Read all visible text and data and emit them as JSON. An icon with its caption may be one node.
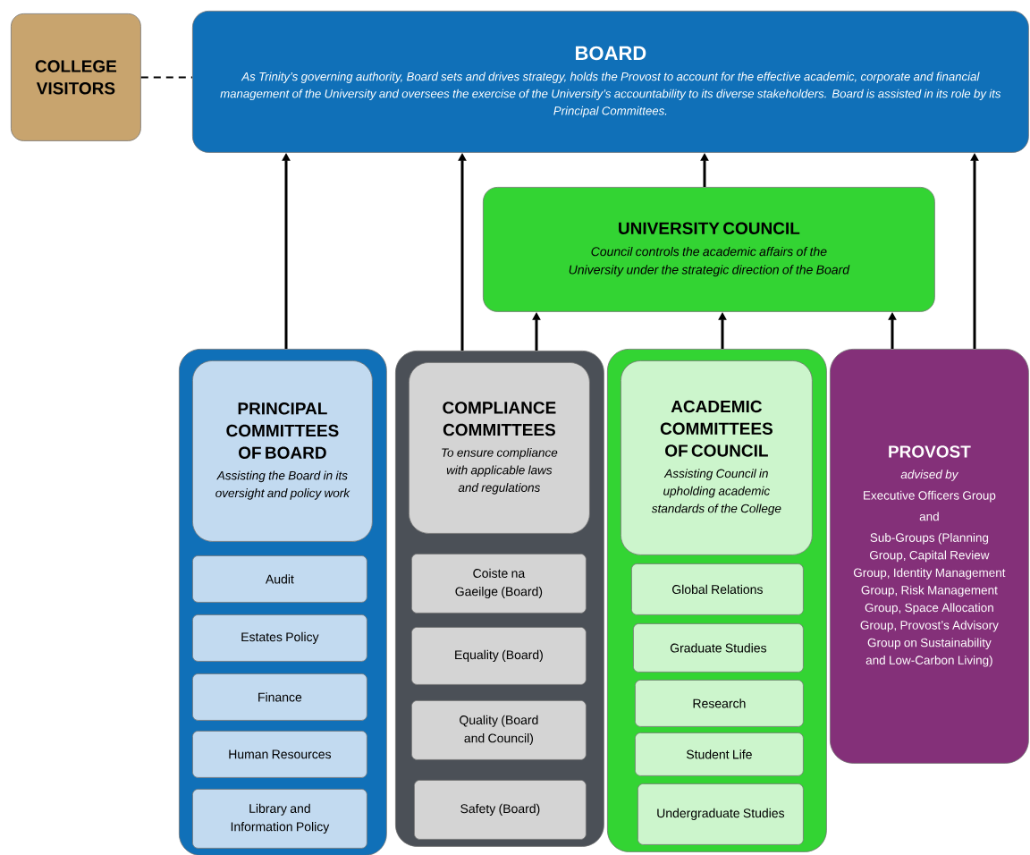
{
  "diagram": {
    "nodes": [
      {
        "text": [
          "COLLEGE VISITORS"
        ]
      },
      {
        "text": [
          "BOARD",
          "As Trinity’s governing authority, Board sets and drives strategy, holds the Provost to account for the effective academic, corporate and financial management of the University and oversees the exercise of the University’s accountability to its diverse stakeholders. Board is assisted in its role by its Principal Committees."
        ]
      },
      {
        "text": [
          "UNIVERSITY COUNCIL",
          "Council controls the academic affairs of the University under the strategic direction of the Board"
        ]
      },
      {
        "text": [],
        "shape": "box"
      },
      {
        "text": [
          "PRINCIPAL COMMITTEES OF BOARD",
          "Assisting the Board in its oversight and policy work"
        ],
        "in": 3
      },
      {
        "text": [
          "Audit"
        ],
        "in": 3
      },
      {
        "text": [
          "Estates Policy"
        ],
        "in": 3
      },
      {
        "text": [
          "Finance"
        ],
        "in": 3
      },
      {
        "text": [
          "Human Resources"
        ],
        "in": 3
      },
      {
        "text": [
          "Library and Information Policy"
        ],
        "in": 3
      },
      {
        "text": [],
        "shape": "box"
      },
      {
        "text": [
          "COMPLIANCE COMMITTEES",
          "To ensure compliance with applicable laws and regulations"
        ],
        "in": 10
      },
      {
        "text": [
          "Coiste na Gaeilge (Board)"
        ],
        "in": 10
      },
      {
        "text": [
          "Equality (Board)"
        ],
        "in": 10
      },
      {
        "text": [
          "Quality (Board and Council)"
        ],
        "in": 10
      },
      {
        "text": [
          "Safety (Board)"
        ],
        "in": 10
      },
      {
        "text": [],
        "shape": "box"
      },
      {
        "text": [
          "ACADEMIC COMMITTEES OF COUNCIL",
          "Assisting Council in upholding academic standards of the College"
        ],
        "in": 16
      },
      {
        "text": [
          "Global Relations"
        ],
        "in": 16
      },
      {
        "text": [
          "Graduate Studies"
        ],
        "in": 16
      },
      {
        "text": [
          "Research"
        ],
        "in": 16
      },
      {
        "text": [
          "Student Life"
        ],
        "in": 16
      },
      {
        "text": [
          "Undergraduate Studies"
        ],
        "in": 16
      },
      {
        "text": [
          "PROVOST",
          "advised by",
          "Executive Officers Group",
          "and",
          "Sub-Groups (Planning Group, Capital Review Group, Identity Management Group, Risk Management Group, Space Allocation Group, Provost’s Advisory Group on Sustainability and Low-Carbon Living)"
        ]
      }
    ],
    "edges": [
      {
        "from": 0,
        "to": 1,
        "arrow": "none",
        "style": "dashed"
      },
      {
        "from": 3,
        "to": 1,
        "arrow": "to"
      },
      {
        "from": 10,
        "to": 1,
        "arrow": "to"
      },
      {
        "from": 10,
        "to": 2,
        "arrow": "to"
      },
      {
        "from": 16,
        "to": 2,
        "arrow": "to"
      },
      {
        "from": 2,
        "to": 1,
        "arrow": "to"
      },
      {
        "from": 23,
        "to": 2,
        "arrow": "to"
      },
      {
        "from": 23,
        "to": 1,
        "arrow": "to"
      }
    ]
  }
}
